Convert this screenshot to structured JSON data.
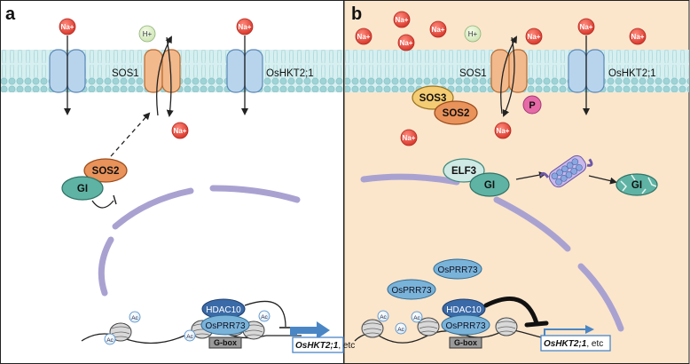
{
  "panels": [
    {
      "letter": "a",
      "transporters": [
        "SOS1",
        "OsHKT2;1"
      ],
      "ions": {
        "sodium": "Na+",
        "proton": "H+"
      },
      "complex": [
        "SOS2",
        "GI"
      ],
      "chromatin": {
        "hdac": "HDAC10",
        "prr": "OsPRR73",
        "box": "G-box",
        "gene": "OsHKT2;1",
        "gene_suffix": ", etc",
        "acetyl": "Ac"
      }
    },
    {
      "letter": "b",
      "transporters": [
        "SOS1",
        "OsHKT2;1"
      ],
      "ions": {
        "sodium": "Na+",
        "proton": "H+"
      },
      "complex": [
        "SOS3",
        "SOS2",
        "P"
      ],
      "elf_complex": [
        "ELF3",
        "GI"
      ],
      "degraded": "GI",
      "free_prr": [
        "OsPRR73",
        "OsPRR73"
      ],
      "chromatin": {
        "hdac": "HDAC10",
        "prr": "OsPRR73",
        "box": "G-box",
        "gene": "OsHKT2;1",
        "gene_suffix": ", etc",
        "acetyl": "Ac"
      }
    }
  ],
  "colors": {
    "panel_a_bg": "#ffffff",
    "panel_b_bg": "#fbe6cc",
    "membrane": "#bfe3e5",
    "channel_blue": "#b8d4ec",
    "sos1_orange": "#f2b98c",
    "sos2_orange": "#e9925a",
    "sos3_yellow": "#f4cc73",
    "gi_teal": "#5fb3a4",
    "hdac": "#3a6aa8",
    "prr": "#7ab3d9",
    "phospho": "#e66aa8",
    "nucleus": "#a9a2d1",
    "gene_arrow": "#4a86c5",
    "sodium_red": "#e5483d"
  }
}
